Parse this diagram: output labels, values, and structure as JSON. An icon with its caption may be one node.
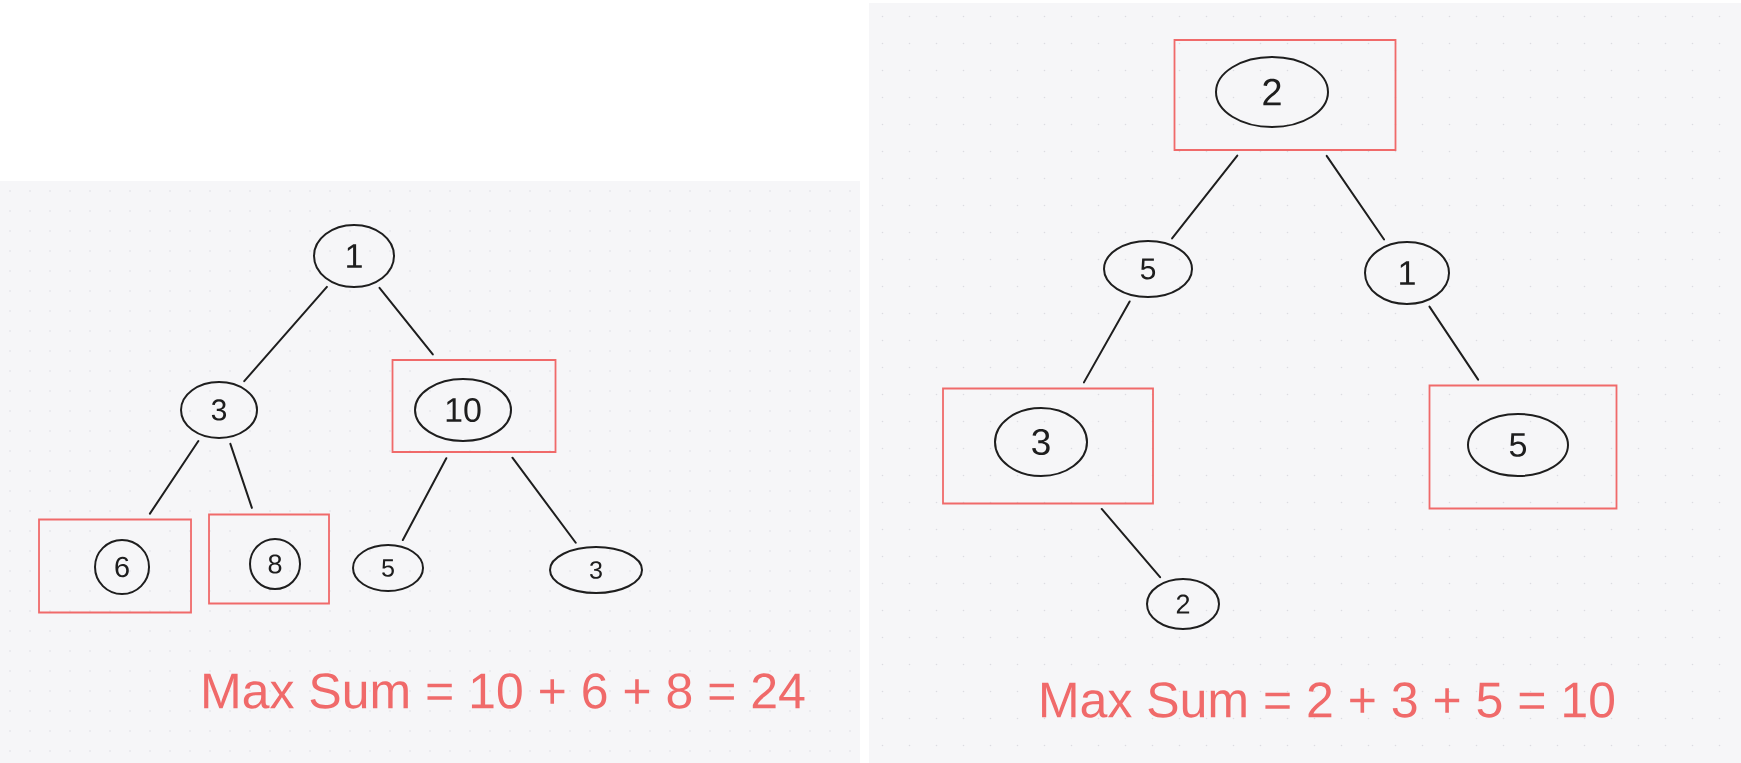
{
  "diagram": {
    "nodes": [
      {
        "text": [
          "1"
        ]
      },
      {
        "text": [
          "3"
        ]
      },
      {
        "text": [],
        "shape": "box"
      },
      {
        "text": [
          "10"
        ],
        "in": 2
      },
      {
        "text": [],
        "shape": "box"
      },
      {
        "text": [
          "6"
        ],
        "in": 4
      },
      {
        "text": [],
        "shape": "box"
      },
      {
        "text": [
          "8"
        ],
        "in": 6
      },
      {
        "text": [
          "5"
        ]
      },
      {
        "text": [
          "3"
        ]
      },
      {
        "text": [],
        "shape": "box"
      },
      {
        "text": [
          "2"
        ],
        "in": 10
      },
      {
        "text": [
          "5"
        ]
      },
      {
        "text": [
          "1"
        ]
      },
      {
        "text": [],
        "shape": "box"
      },
      {
        "text": [
          "3"
        ],
        "in": 14
      },
      {
        "text": [],
        "shape": "box"
      },
      {
        "text": [
          "5"
        ],
        "in": 16
      },
      {
        "text": [
          "2"
        ]
      }
    ],
    "edges": [
      {
        "from": 0,
        "to": 1,
        "arrow": "none"
      },
      {
        "from": 0,
        "to": 2,
        "arrow": "none"
      },
      {
        "from": 1,
        "to": 4,
        "arrow": "none"
      },
      {
        "from": 1,
        "to": 6,
        "arrow": "none"
      },
      {
        "from": 2,
        "to": 8,
        "arrow": "none"
      },
      {
        "from": 2,
        "to": 9,
        "arrow": "none"
      },
      {
        "from": 10,
        "to": 12,
        "arrow": "none"
      },
      {
        "from": 10,
        "to": 13,
        "arrow": "none"
      },
      {
        "from": 12,
        "to": 14,
        "arrow": "none"
      },
      {
        "from": 13,
        "to": 16,
        "arrow": "none"
      },
      {
        "from": 14,
        "to": 18,
        "arrow": "none"
      }
    ],
    "labels": [
      "Max Sum = 10 + 6 + 8 = 24",
      "Max Sum = 2 + 3 + 5 = 10"
    ]
  }
}
